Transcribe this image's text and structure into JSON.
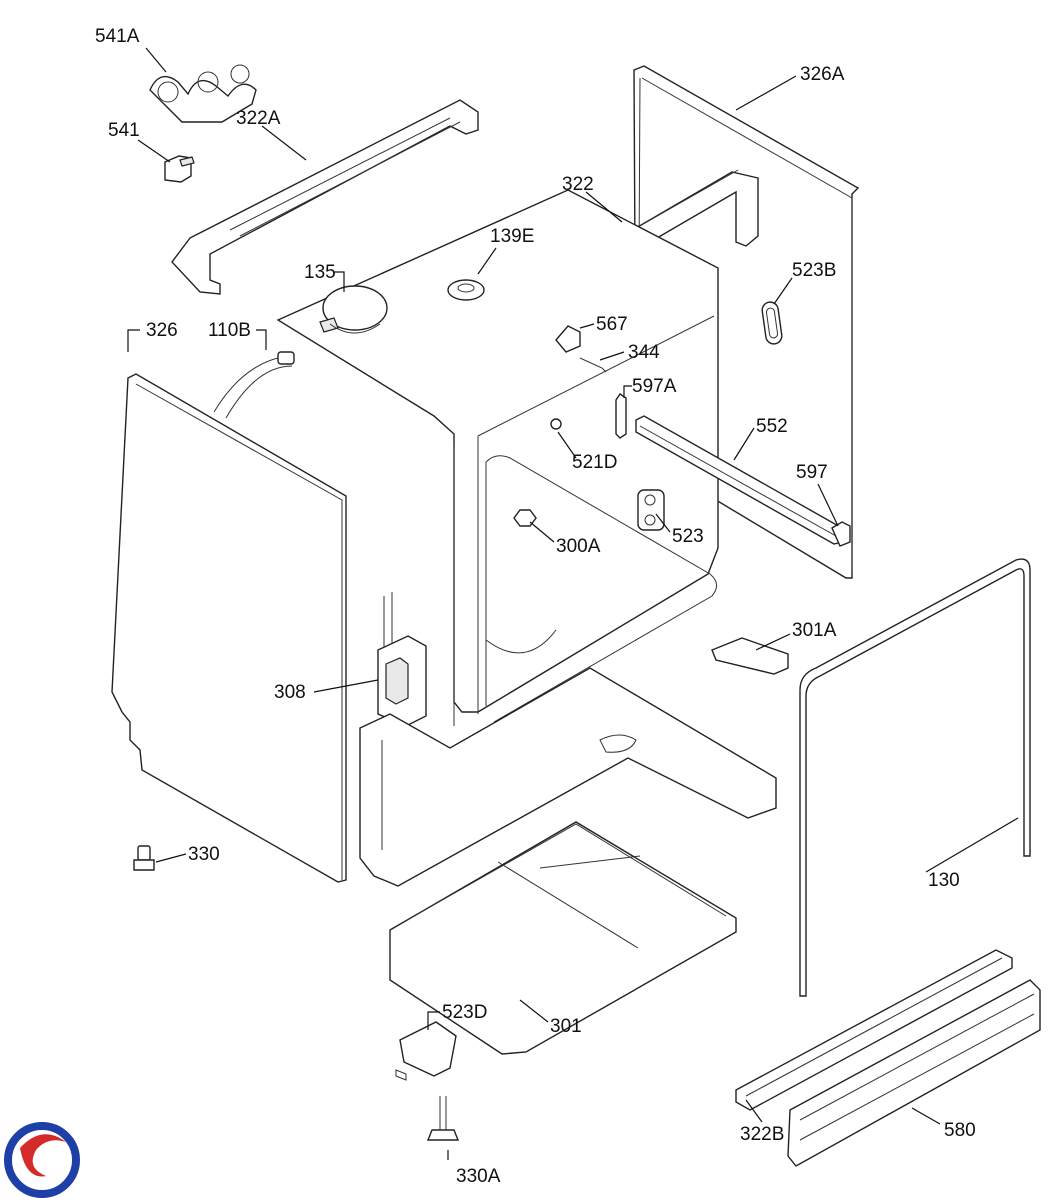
{
  "callouts": {
    "c541A": "541A",
    "c541": "541",
    "c322A": "322A",
    "c322": "322",
    "c326A": "326A",
    "c139E": "139E",
    "c135": "135",
    "c523B": "523B",
    "c326": "326",
    "c110B": "110B",
    "c567": "567",
    "c344": "344",
    "c597A": "597A",
    "c552": "552",
    "c521D": "521D",
    "c597": "597",
    "c300A": "300A",
    "c523": "523",
    "c301A": "301A",
    "c308": "308",
    "c130": "130",
    "c330": "330",
    "c301": "301",
    "c523D": "523D",
    "c322B": "322B",
    "c580": "580",
    "c330A": "330A"
  },
  "logo": {
    "colors": [
      "#1f3fa8",
      "#d42a2a"
    ]
  }
}
